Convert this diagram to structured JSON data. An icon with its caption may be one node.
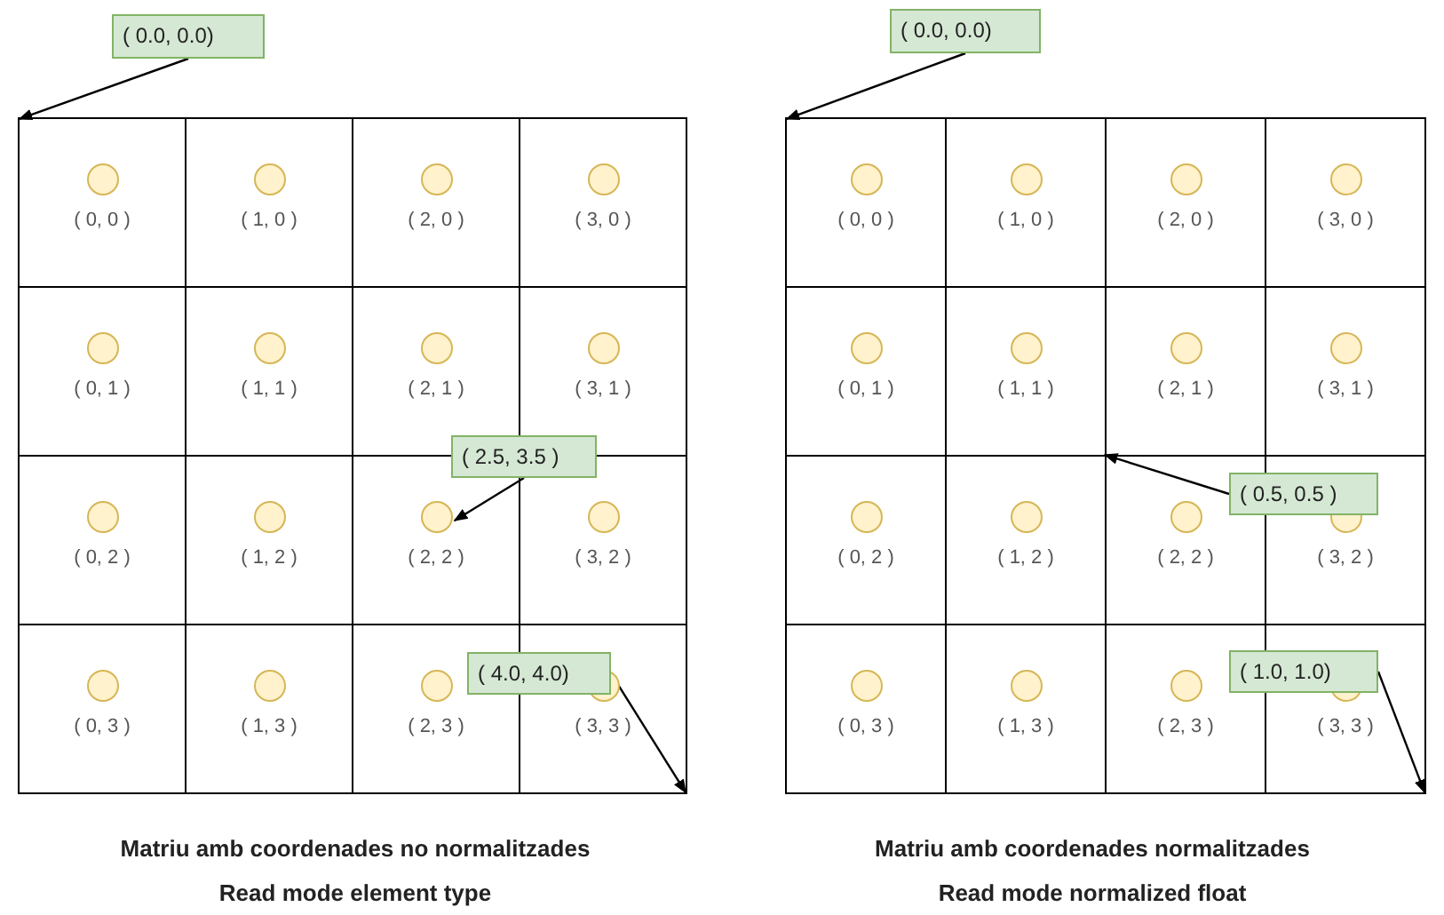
{
  "diagram": {
    "nodes": [
      {
        "text": [
          "( 0.0, 0.0)"
        ]
      },
      {
        "text": [
          "( 0, 0 )"
        ]
      },
      {
        "text": [
          "( 1, 0 )"
        ]
      },
      {
        "text": [
          "( 2, 0 )"
        ]
      },
      {
        "text": [
          "( 3, 0 )"
        ]
      },
      {
        "text": [
          "( 0, 1 )"
        ]
      },
      {
        "text": [
          "( 1, 1 )"
        ]
      },
      {
        "text": [
          "( 2, 1 )"
        ]
      },
      {
        "text": [
          "( 3, 1 )"
        ]
      },
      {
        "text": [
          "( 0, 2 )"
        ]
      },
      {
        "text": [
          "( 1, 2 )"
        ]
      },
      {
        "text": [
          "( 2, 2 )"
        ]
      },
      {
        "text": [
          "( 3, 2 )"
        ]
      },
      {
        "text": [
          "( 0, 3 )"
        ]
      },
      {
        "text": [
          "( 1, 3 )"
        ]
      },
      {
        "text": [
          "( 2, 3 )"
        ]
      },
      {
        "text": [
          "( 3, 3 )"
        ]
      },
      {
        "text": [
          "( 2.5, 3.5 )"
        ]
      },
      {
        "text": [
          "( 4.0, 4.0)"
        ]
      },
      {
        "text": [
          "( 0.0, 0.0)"
        ]
      },
      {
        "text": [
          "( 0, 0 )"
        ]
      },
      {
        "text": [
          "( 1, 0 )"
        ]
      },
      {
        "text": [
          "( 2, 0 )"
        ]
      },
      {
        "text": [
          "( 3, 0 )"
        ]
      },
      {
        "text": [
          "( 0, 1 )"
        ]
      },
      {
        "text": [
          "( 1, 1 )"
        ]
      },
      {
        "text": [
          "( 2, 1 )"
        ]
      },
      {
        "text": [
          "( 3, 1 )"
        ]
      },
      {
        "text": [
          "( 0, 2 )"
        ]
      },
      {
        "text": [
          "( 1, 2 )"
        ]
      },
      {
        "text": [
          "( 2, 2 )"
        ]
      },
      {
        "text": [
          "( 3, 2 )"
        ]
      },
      {
        "text": [
          "( 0, 3 )"
        ]
      },
      {
        "text": [
          "( 1, 3 )"
        ]
      },
      {
        "text": [
          "( 2, 3 )"
        ]
      },
      {
        "text": [
          "( 3, 3 )"
        ]
      },
      {
        "text": [
          "( 0.5, 0.5 )"
        ]
      },
      {
        "text": [
          "( 1.0, 1.0)"
        ]
      }
    ],
    "edges": [
      {
        "from": 0,
        "to": 1,
        "arrow": "to"
      },
      {
        "from": 17,
        "to": 11,
        "arrow": "to"
      },
      {
        "from": 18,
        "to": 16,
        "arrow": "to"
      },
      {
        "from": 19,
        "to": 20,
        "arrow": "to"
      },
      {
        "from": 36,
        "to": 25,
        "arrow": "to"
      },
      {
        "from": 37,
        "to": 35,
        "arrow": "to"
      }
    ],
    "labels": [
      "Matriu amb coordenades no normalitzades",
      "Read mode element type",
      "Matriu amb coordenades normalitzades",
      "Read mode normalized float"
    ]
  }
}
